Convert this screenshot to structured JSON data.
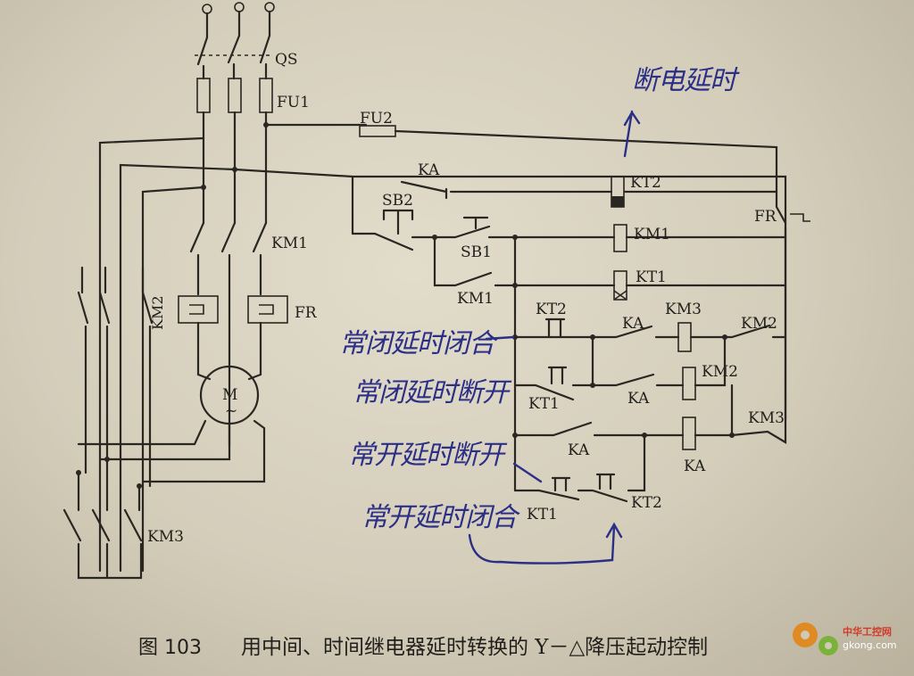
{
  "labels": {
    "qs": "QS",
    "fu1": "FU1",
    "fu2": "FU2",
    "km1_main": "KM1",
    "km2_main": "KM2",
    "km3_main": "KM3",
    "fr_main": "FR",
    "motor": "M",
    "motor_sub": "~",
    "ka_top": "KA",
    "kt2_coil": "KT2",
    "sb2": "SB2",
    "sb1": "SB1",
    "km1_coil": "KM1",
    "kt1_coil": "KT1",
    "km1_aux": "KM1",
    "fr_aux": "FR",
    "kt2_contact": "KT2",
    "ka_r3": "KA",
    "km3_coil": "KM3",
    "km2_r3": "KM2",
    "kt1_r4": "KT1",
    "ka_r4": "KA",
    "km2_coil": "KM2",
    "ka_r5": "KA",
    "ka_coil": "KA",
    "km3_r5": "KM3",
    "kt1_r6": "KT1",
    "kt2_r6": "KT2"
  },
  "annotations": {
    "top_note": "断电延时",
    "note_1": "常闭延时闭合",
    "note_2": "常闭延时断开",
    "note_3": "常开延时断开",
    "note_4": "常开延时闭合"
  },
  "caption": {
    "number": "图 103",
    "text": "用中间、时间继电器延时转换的 Y－△降压起动控制"
  },
  "watermark": {
    "site": "中华工控网",
    "url": "gkong.com"
  }
}
